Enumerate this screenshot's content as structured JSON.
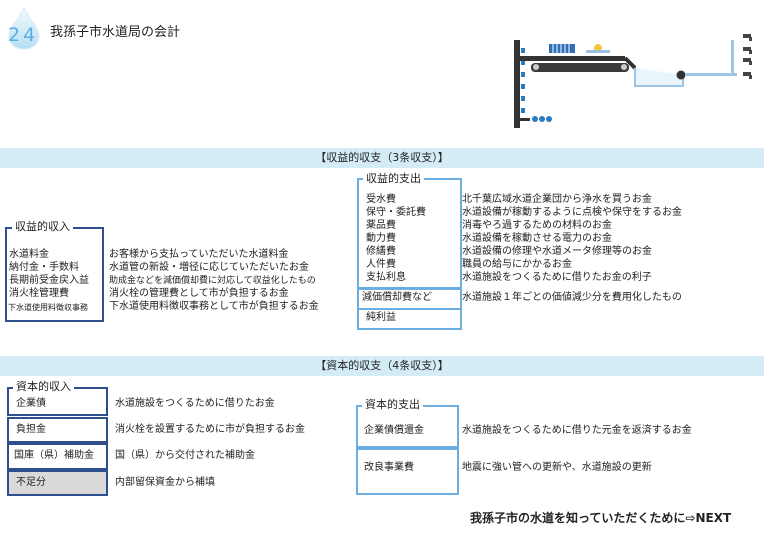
{
  "header": {
    "number": "24",
    "title": "我孫子市水道局の会計"
  },
  "revenue_section": {
    "band_label": "【収益的収支（3条収支）】",
    "income_box_label": "収益的収入",
    "income_items": [
      {
        "term": "水道料金",
        "desc": "お客様から支払っていただいた水道料金"
      },
      {
        "term": "納付金・手数料",
        "desc": "水道管の新設・増径に応じていただいたお金"
      },
      {
        "term": "長期前受金戻入益",
        "desc": "助成金などを減価償却費に対応して収益化したもの"
      },
      {
        "term": "消火栓管理費",
        "desc": "消火栓の管理費として市が負担するお金"
      },
      {
        "term": "下水道使用料徴収事務",
        "desc": "下水道使用料徴収事務として市が負担するお金"
      }
    ],
    "expense_box_label": "収益的支出",
    "expense_items": [
      {
        "term": "受水費",
        "desc": "北千葉広域水道企業団から浄水を買うお金"
      },
      {
        "term": "保守・委託費",
        "desc": "水道設備が稼動するように点検や保守をするお金"
      },
      {
        "term": "薬品費",
        "desc": "消毒やろ過するための材料のお金"
      },
      {
        "term": "動力費",
        "desc": "水道設備を稼動させる電力のお金"
      },
      {
        "term": "修繕費",
        "desc": "水道設備の修理や水道メータ修理等のお金"
      },
      {
        "term": "人件費",
        "desc": "職員の給与にかかるお金"
      },
      {
        "term": "支払利息",
        "desc": "水道施設をつくるために借りたお金の利子"
      }
    ],
    "depreciation": {
      "term": "減価償却費など",
      "desc": "水道施設１年ごとの価値減少分を費用化したもの"
    },
    "net_profit": "純利益"
  },
  "capital_section": {
    "band_label": "【資本的収支（4条収支）】",
    "income_box_label": "資本的収入",
    "income_items": [
      {
        "term": "企業債",
        "desc": "水道施設をつくるために借りたお金"
      },
      {
        "term": "負担金",
        "desc": "消火栓を設置するために市が負担するお金"
      },
      {
        "term": "国庫（県）補助金",
        "desc": "国（県）から交付された補助金"
      },
      {
        "term": "不足分",
        "desc": "内部留保資金から補填"
      }
    ],
    "expense_box_label": "資本的支出",
    "expense_items": [
      {
        "term": "企業債償還金",
        "desc": "水道施設をつくるために借りた元金を返済するお金"
      },
      {
        "term": "改良事業費",
        "desc": "地震に強い管への更新や、水道施設の更新"
      }
    ]
  },
  "footer": {
    "next_link": "我孫子市の水道を知っていただくために⇨NEXT"
  },
  "colors": {
    "band": "#d4ecf6",
    "dark_box": "#2d4f8e",
    "light_box": "#6aaee2",
    "header_number": "#5aaee0",
    "shortfall_bg": "#d9d9d9"
  },
  "icons": [
    "water-drop-icon",
    "water-supply-illustration"
  ]
}
